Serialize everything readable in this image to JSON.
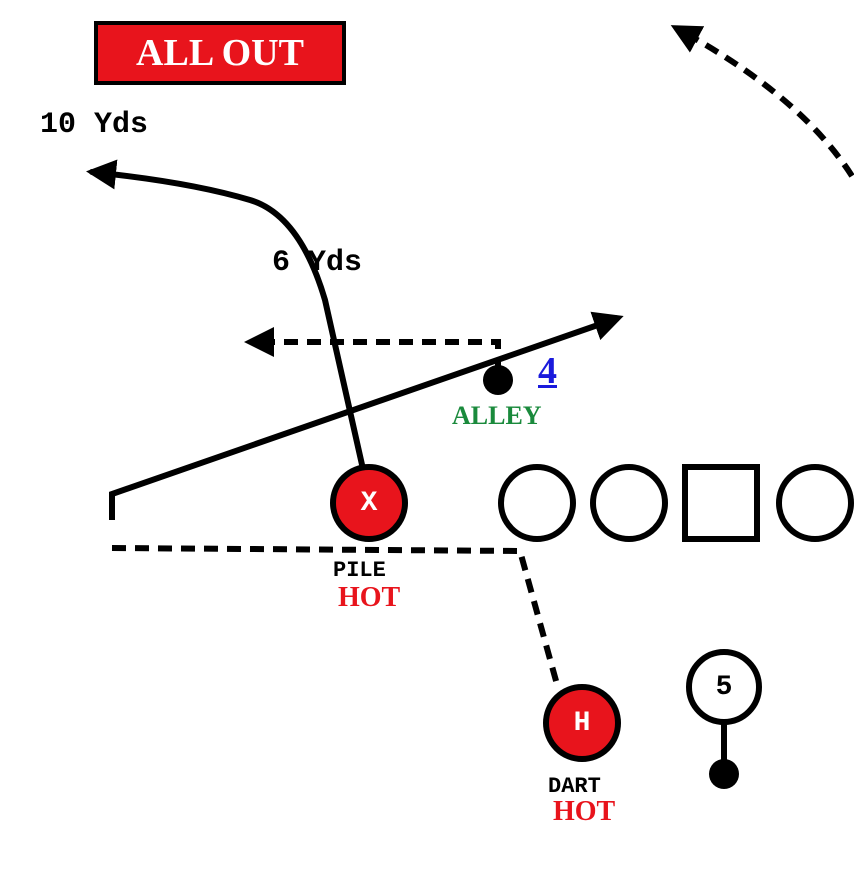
{
  "play_name": "ALL OUT",
  "labels": {
    "ten_yds": "10 Yds",
    "six_yds": "6 Yds",
    "alley_number": "4",
    "alley": "ALLEY",
    "pile": "PILE",
    "hot_x": "HOT",
    "dart": "DART",
    "hot_h": "HOT",
    "player_five": "5"
  },
  "players": {
    "x": "X",
    "h": "H"
  },
  "colors": {
    "red": "#e8141c",
    "green": "#1a8a3c",
    "blue": "#1a1adc",
    "black": "#000000"
  }
}
